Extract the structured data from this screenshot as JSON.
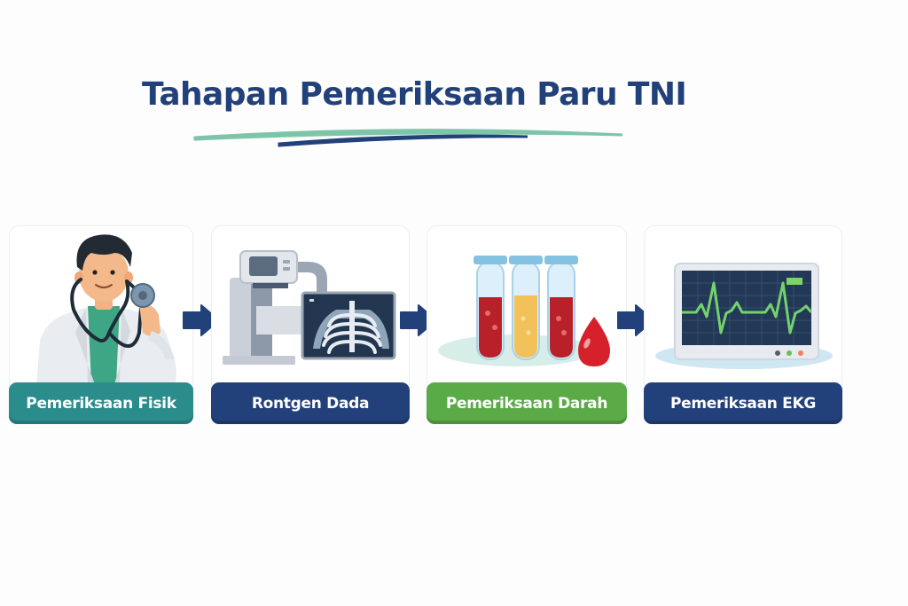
{
  "title": "Tahapan Pemeriksaan Paru TNI",
  "colors": {
    "title": "#22407a",
    "swoosh_top": "#7cc5a8",
    "swoosh_bottom": "#22407a",
    "arrow": "#22407a"
  },
  "steps": [
    {
      "label": "Pemeriksaan Fisik",
      "icon": "doctor-stethoscope-icon",
      "color": "#2b8c8c"
    },
    {
      "label": "Rontgen Dada",
      "icon": "xray-machine-icon",
      "color": "#22407a"
    },
    {
      "label": "Pemeriksaan Darah",
      "icon": "blood-test-tubes-icon",
      "color": "#5aab48"
    },
    {
      "label": "Pemeriksaan EKG",
      "icon": "ekg-monitor-icon",
      "color": "#22407a"
    }
  ],
  "arrows": [
    "arrow-right-icon",
    "arrow-right-icon",
    "arrow-right-icon"
  ]
}
